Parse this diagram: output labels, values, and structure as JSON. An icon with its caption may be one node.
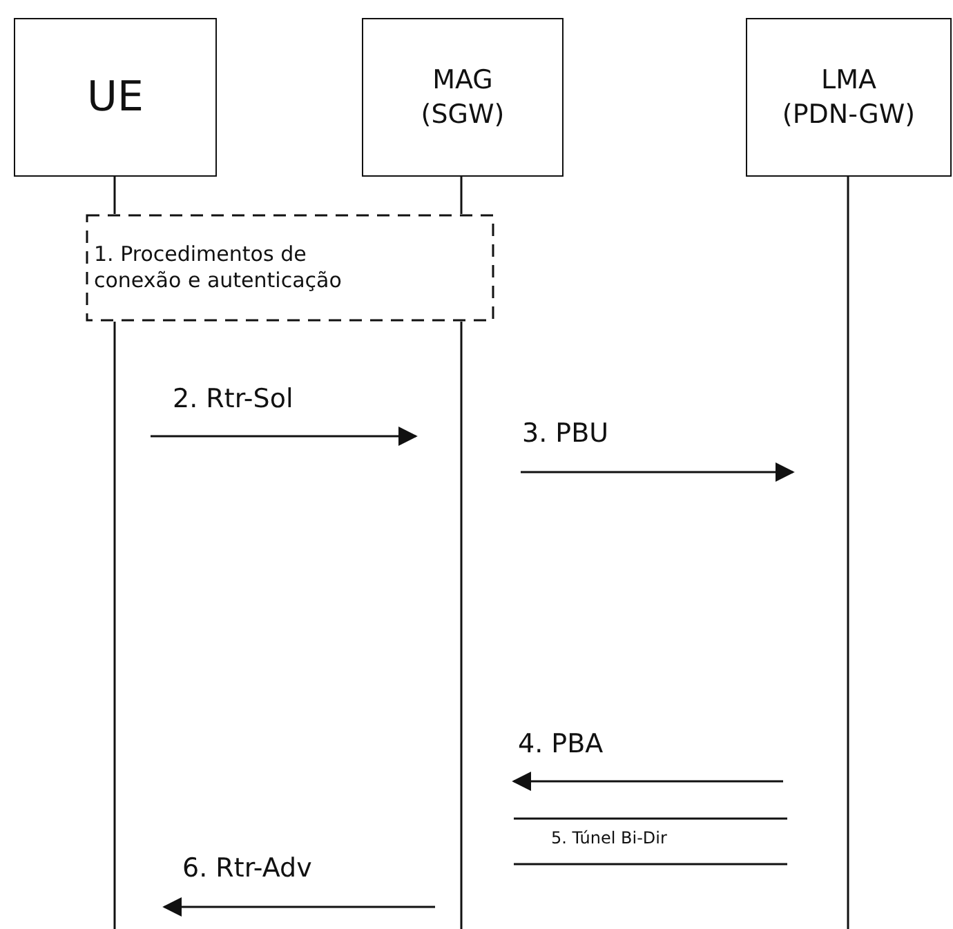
{
  "diagram": {
    "nodes": [
      {
        "text": [
          "UE"
        ]
      },
      {
        "text": [
          "MAG (SGW)"
        ]
      },
      {
        "text": [
          "LMA (PDN-GW)"
        ]
      },
      {
        "text": [
          "1. Procedimentos de conexão e autenticação"
        ]
      }
    ],
    "edges": [
      {
        "from": 0,
        "to": 1,
        "arrow": "to",
        "label": "2. Rtr-Sol"
      },
      {
        "from": 1,
        "to": 2,
        "arrow": "to",
        "label": "3. PBU"
      },
      {
        "from": 2,
        "to": 1,
        "arrow": "to",
        "label": "4. PBA"
      },
      {
        "from": 1,
        "to": 2,
        "arrow": "none",
        "label": "5. Túnel Bi-Dir"
      },
      {
        "from": 1,
        "to": 0,
        "arrow": "to",
        "label": "6. Rtr-Adv"
      }
    ]
  }
}
